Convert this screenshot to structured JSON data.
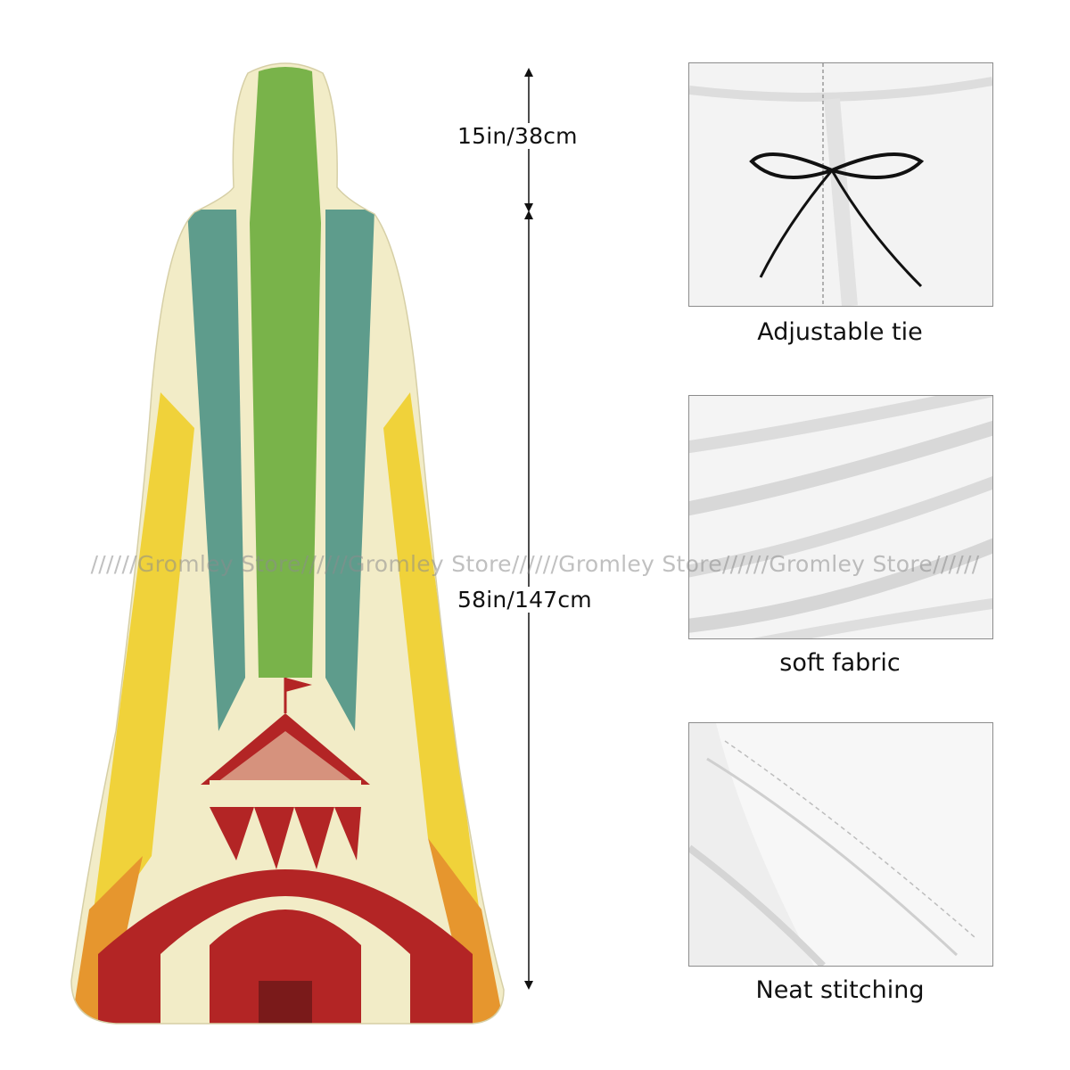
{
  "measurements": {
    "hood_length": "15in/38cm",
    "cloak_length": "58in/147cm"
  },
  "features": [
    {
      "caption": "Adjustable tie",
      "icon": "tie-detail-photo"
    },
    {
      "caption": "soft fabric",
      "icon": "fabric-folds-photo"
    },
    {
      "caption": "Neat stitching",
      "icon": "stitching-detail-photo"
    }
  ],
  "watermark": "//////Gromley Store//////Gromley Store//////Gromley Store//////Gromley Store//////",
  "colors": {
    "cream": "#f2ecc7",
    "teal": "#5e9c8c",
    "green": "#79b34a",
    "yellow": "#f0d23a",
    "orange": "#e6962e",
    "red": "#b32525"
  }
}
